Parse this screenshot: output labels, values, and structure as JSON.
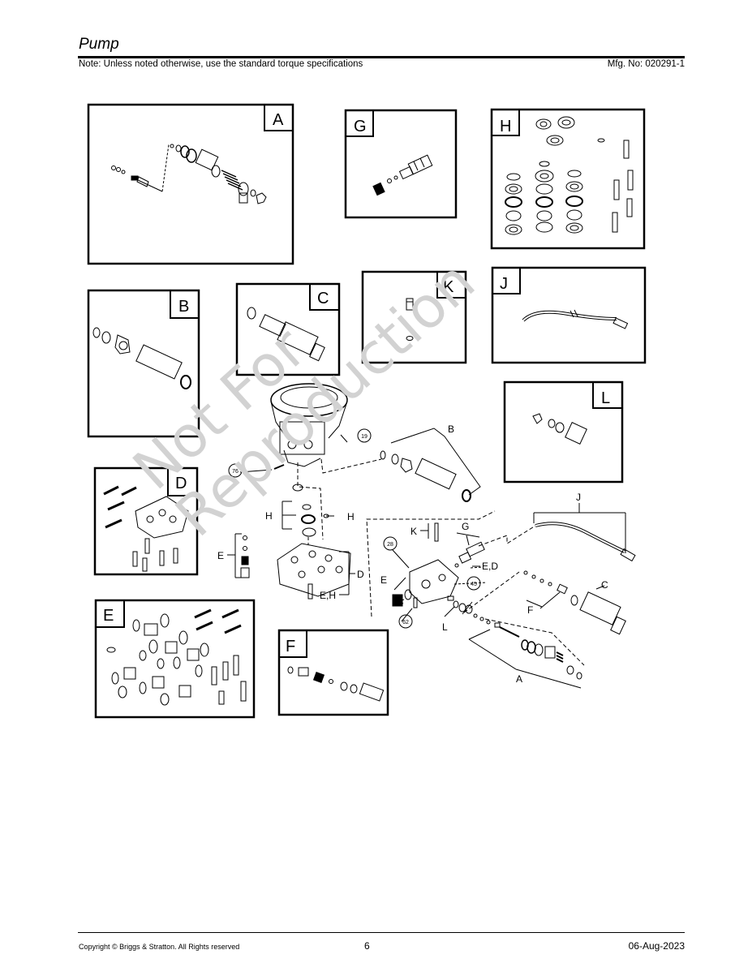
{
  "header": {
    "title": "Pump",
    "note": "Note: Unless noted otherwise, use the standard torque specifications",
    "mfg": "Mfg. No: 020291-1"
  },
  "diagram": {
    "panels": {
      "A": "A",
      "B": "B",
      "C": "C",
      "D": "D",
      "E": "E",
      "F": "F",
      "G": "G",
      "H": "H",
      "J": "J",
      "K": "K",
      "L": "L"
    },
    "callouts": {
      "c19": "19",
      "c76": "76",
      "c28": "28",
      "c45": "45",
      "c62": "62"
    },
    "labels": {
      "B": "B",
      "H": "H",
      "H2": "H",
      "E_left": "E",
      "D": "D",
      "EH": "E,H",
      "K": "K",
      "G": "G",
      "ED": "E,D",
      "E_mid": "E",
      "L": "L",
      "F": "F",
      "A": "A",
      "C": "C",
      "J": "J"
    }
  },
  "watermark": {
    "line1": "Not For",
    "line2": "Reproduction"
  },
  "footer": {
    "copyright": "Copyright ©  Briggs & Stratton. All Rights reserved",
    "page": "6",
    "date": "06-Aug-2023"
  }
}
